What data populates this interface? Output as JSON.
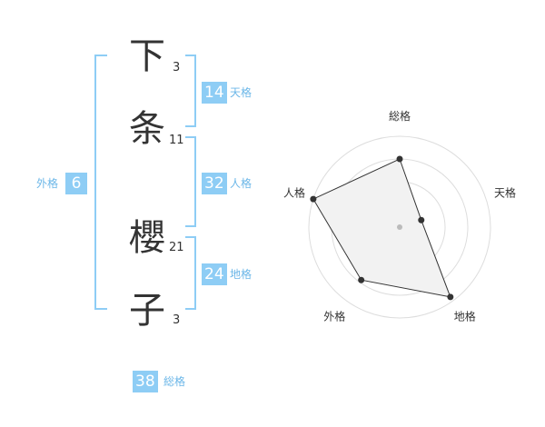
{
  "characters": [
    {
      "char": "下",
      "strokes": "3"
    },
    {
      "char": "条",
      "strokes": "11"
    },
    {
      "char": "櫻",
      "strokes": "21"
    },
    {
      "char": "子",
      "strokes": "3"
    }
  ],
  "kaku": {
    "tenkaku": {
      "value": "14",
      "label": "天格"
    },
    "jinkaku": {
      "value": "32",
      "label": "人格"
    },
    "chikaku": {
      "value": "24",
      "label": "地格"
    },
    "gaikaku": {
      "value": "6",
      "label": "外格"
    },
    "soukaku": {
      "value": "38",
      "label": "総格"
    }
  },
  "colors": {
    "accent": "#8ecdf5",
    "label": "#6cb7e8",
    "text": "#333333"
  },
  "chart_data": {
    "type": "radar",
    "axes": [
      "総格",
      "天格",
      "地格",
      "外格",
      "人格"
    ],
    "values": [
      0.75,
      0.25,
      0.95,
      0.72,
      1.0
    ],
    "rings": 4,
    "grid": true
  }
}
